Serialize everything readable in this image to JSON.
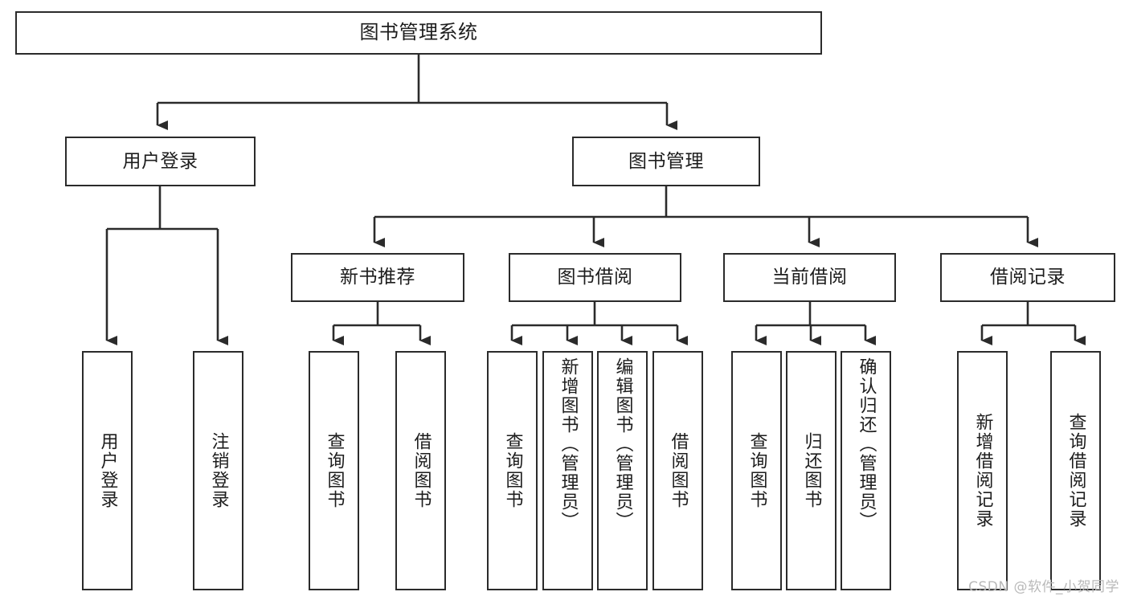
{
  "diagram": {
    "type": "tree",
    "title": "图书管理系统",
    "orientation": "top-down",
    "colors": {
      "box_border": "#2b2b2b",
      "box_fill": "#ffffff",
      "edge": "#2b2b2b",
      "text": "#1d1d1d",
      "watermark": "#b9b9b9",
      "background": "#ffffff"
    }
  },
  "nodes": {
    "root": {
      "label": "图书管理系统"
    },
    "level2": [
      {
        "id": "user-login",
        "label": "用户登录"
      },
      {
        "id": "book-management",
        "label": "图书管理"
      }
    ],
    "level3": [
      {
        "id": "new-book-recommend",
        "label": "新书推荐"
      },
      {
        "id": "book-borrow",
        "label": "图书借阅"
      },
      {
        "id": "current-borrow",
        "label": "当前借阅"
      },
      {
        "id": "borrow-record",
        "label": "借阅记录"
      }
    ],
    "leaves": {
      "user_login": [
        {
          "id": "leaf-user-login",
          "label": "用户登录"
        },
        {
          "id": "leaf-logout",
          "label": "注销登录"
        }
      ],
      "new_book_recommend": [
        {
          "id": "leaf-query-book-1",
          "label": "查询图书"
        },
        {
          "id": "leaf-borrow-book-1",
          "label": "借阅图书"
        }
      ],
      "book_borrow": [
        {
          "id": "leaf-query-book-2",
          "label": "查询图书"
        },
        {
          "id": "leaf-add-book",
          "label": "新增图书（管理员）"
        },
        {
          "id": "leaf-edit-book",
          "label": "编辑图书（管理员）"
        },
        {
          "id": "leaf-borrow-book-2",
          "label": "借阅图书"
        }
      ],
      "current_borrow": [
        {
          "id": "leaf-query-book-3",
          "label": "查询图书"
        },
        {
          "id": "leaf-return-book",
          "label": "归还图书"
        },
        {
          "id": "leaf-confirm-return",
          "label": "确认归还（管理员）"
        }
      ],
      "borrow_record": [
        {
          "id": "leaf-add-record",
          "label": "新增借阅记录"
        },
        {
          "id": "leaf-query-record",
          "label": "查询借阅记录"
        }
      ]
    }
  },
  "watermark": {
    "text": "CSDN @软件_小贺同学"
  }
}
